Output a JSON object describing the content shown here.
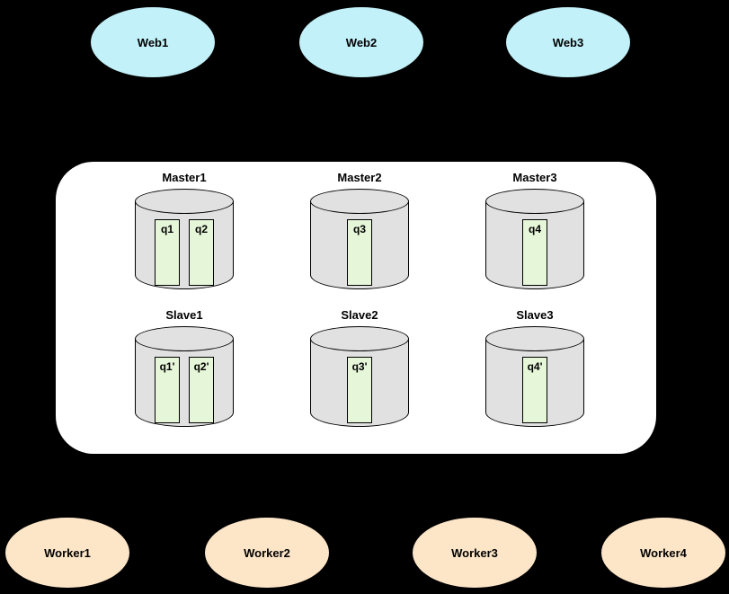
{
  "web_nodes": [
    {
      "label": "Web1"
    },
    {
      "label": "Web2"
    },
    {
      "label": "Web3"
    }
  ],
  "cluster": {
    "masters": [
      {
        "label": "Master1",
        "queues": [
          {
            "label": "q1"
          },
          {
            "label": "q2"
          }
        ]
      },
      {
        "label": "Master2",
        "queues": [
          {
            "label": "q3"
          }
        ]
      },
      {
        "label": "Master3",
        "queues": [
          {
            "label": "q4"
          }
        ]
      }
    ],
    "slaves": [
      {
        "label": "Slave1",
        "queues": [
          {
            "label": "q1'"
          },
          {
            "label": "q2'"
          }
        ]
      },
      {
        "label": "Slave2",
        "queues": [
          {
            "label": "q3'"
          }
        ]
      },
      {
        "label": "Slave3",
        "queues": [
          {
            "label": "q4'"
          }
        ]
      }
    ]
  },
  "worker_nodes": [
    {
      "label": "Worker1"
    },
    {
      "label": "Worker2"
    },
    {
      "label": "Worker3"
    },
    {
      "label": "Worker4"
    }
  ],
  "colors": {
    "background": "#000000",
    "border": "#000000",
    "web_fill": "#c3f1f9",
    "worker_fill": "#fde6c8",
    "panel_fill": "#ffffff",
    "cylinder_fill": "#e1e1e1",
    "queue_fill": "#e6f6d8"
  }
}
